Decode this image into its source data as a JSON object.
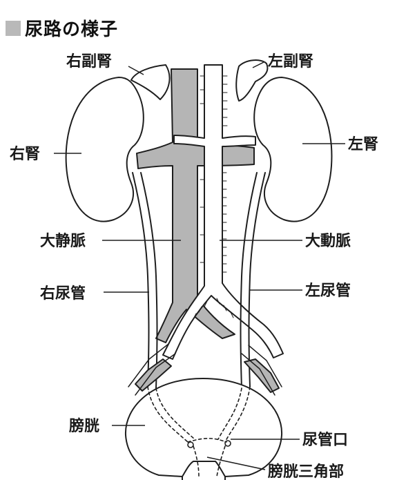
{
  "title": "尿路の様子",
  "labels": {
    "right_adrenal": "右副腎",
    "left_adrenal": "左副腎",
    "right_kidney": "右腎",
    "left_kidney": "左腎",
    "vena_cava": "大静脈",
    "aorta": "大動脈",
    "right_ureter": "右尿管",
    "left_ureter": "左尿管",
    "bladder": "膀胱",
    "ureteral_orifice": "尿管口",
    "bladder_trigone": "膀胱三角部"
  },
  "colors": {
    "vein_fill": "#b5b5b5",
    "outline": "#1e1e1e",
    "title_square": "#b9b9b9"
  }
}
